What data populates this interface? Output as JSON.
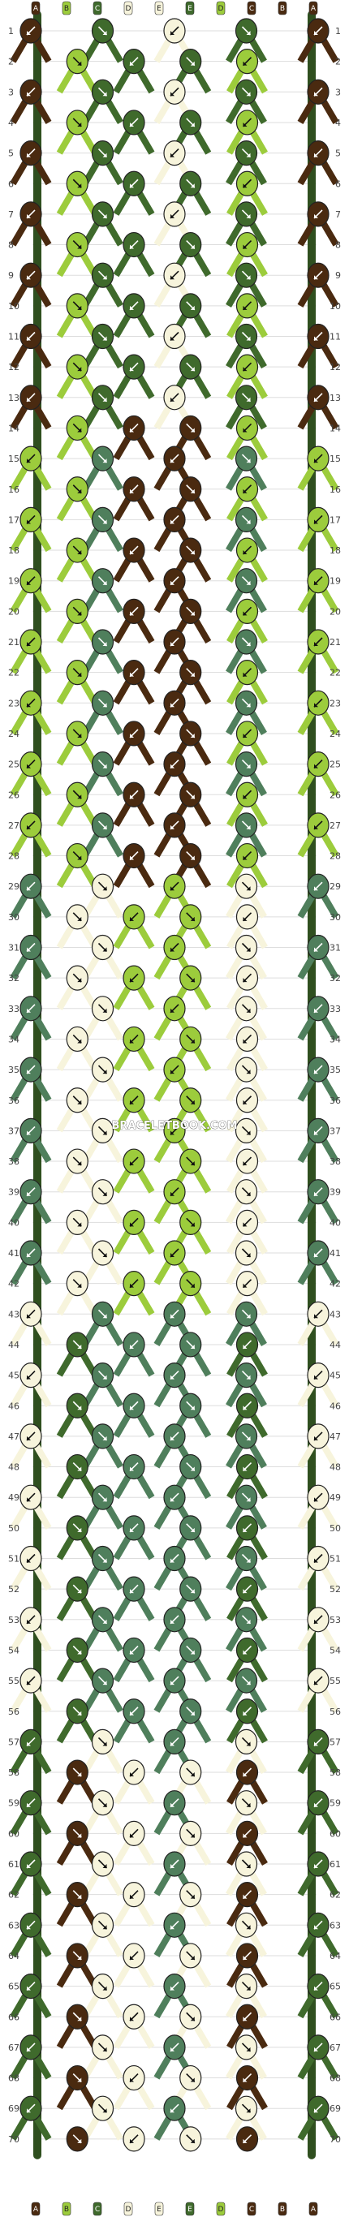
{
  "watermark": "BRACELETBOOK.COM",
  "columns": [
    "A",
    "B",
    "C",
    "D",
    "E",
    "E",
    "D",
    "C",
    "B",
    "A"
  ],
  "rows": 70,
  "colors": {
    "brown": "#4a2a10",
    "lime": "#9ccc3c",
    "darkgreen": "#3f6a2c",
    "green": "#4f7f5c",
    "cream": "#f7f4dc"
  },
  "legend_colors": [
    "brown",
    "lime",
    "darkgreen",
    "cream",
    "cream",
    "darkgreen",
    "lime",
    "brown"
  ]
}
